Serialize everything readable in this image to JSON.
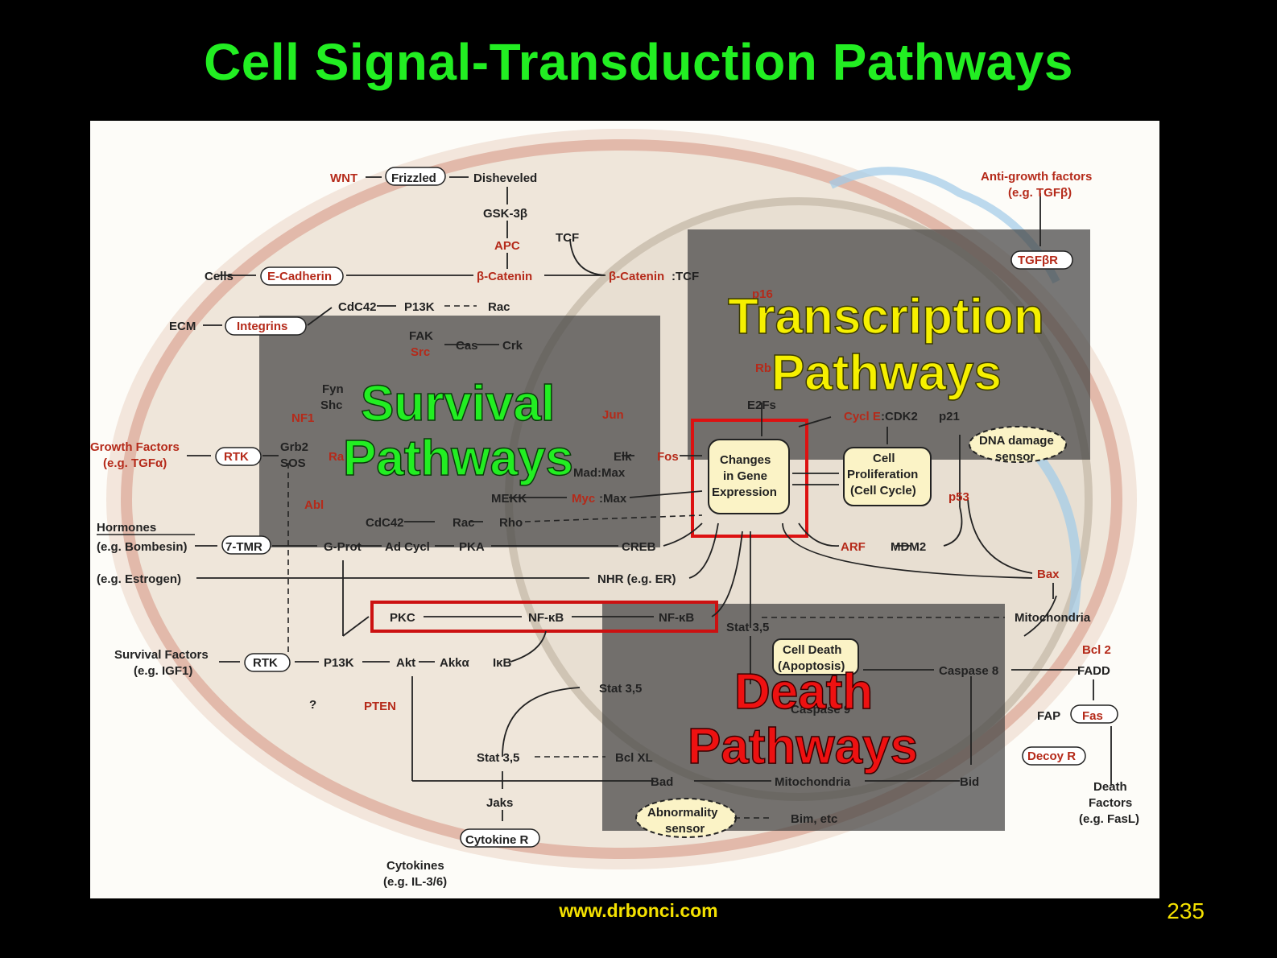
{
  "title": "Cell Signal-Transduction Pathways",
  "footer": {
    "url": "www.drbonci.com",
    "page_number": "235"
  },
  "overlays": {
    "survival": [
      "Survival",
      "Pathways"
    ],
    "transcription": [
      "Transcription",
      "Pathways"
    ],
    "death": [
      "Death",
      "Pathways"
    ]
  },
  "labels": {
    "wnt": "WNT",
    "frizzled": "Frizzled",
    "disheveled": "Disheveled",
    "gsk3b": "GSK-3β",
    "apc": "APC",
    "tcf": "TCF",
    "cells": "Cells",
    "ecadherin": "E-Cadherin",
    "bcatenin": "β-Catenin",
    "bcatenin_tcf_a": "β-Catenin",
    "bcatenin_tcf_b": ":TCF",
    "ecm": "ECM",
    "integrins": "Integrins",
    "cdc42_top": "CdC42",
    "p13k_top": "P13K",
    "rac_top": "Rac",
    "fak": "FAK",
    "src": "Src",
    "cas": "Cas",
    "crk": "Crk",
    "fyn": "Fyn",
    "shc": "Shc",
    "nf1": "NF1",
    "grb2": "Grb2",
    "sos": "SOS",
    "ras": "Ra",
    "growth_factors": "Growth Factors",
    "growth_eg": "(e.g. TGFα)",
    "rtk1": "RTK",
    "abl": "Abl",
    "jun": "Jun",
    "elk": "Elk",
    "fos": "Fos",
    "madmax": "Mad:Max",
    "mekk": "MEKK",
    "myc": "Myc",
    "max": ":Max",
    "cdc42_mid": "CdC42",
    "rac_mid": "Rac",
    "rho": "Rho",
    "hormones": "Hormones",
    "bombesin": "(e.g. Bombesin)",
    "tmr": "7-TMR",
    "gprot": "G-Prot",
    "adcycl": "Ad Cycl",
    "pka": "PKA",
    "creb": "CREB",
    "estrogen": "(e.g. Estrogen)",
    "nhr": "NHR (e.g. ER)",
    "pkc": "PKC",
    "nfkb1": "NF-κB",
    "nfkb2": "NF-κB",
    "survival_factors": "Survival Factors",
    "survival_eg": "(e.g. IGF1)",
    "rtk2": "RTK",
    "p13k_low": "P13K",
    "akt": "Akt",
    "akka": "Akkα",
    "ikb": "IκB",
    "question": "?",
    "pten": "PTEN",
    "stat35_a": "Stat 3,5",
    "stat35_b": "Stat 3,5",
    "stat35_c": "Stat 3,5",
    "bclxl": "Bcl XL",
    "bad": "Bad",
    "mito_low": "Mitochondria",
    "jaks": "Jaks",
    "cytokine_r": "Cytokine R",
    "cytokines": "Cytokines",
    "cytokines_eg": "(e.g. IL-3/6)",
    "abnormality": "Abnormality",
    "sensor_low": "sensor",
    "bim": "Bim, etc",
    "celldeath1": "Cell Death",
    "celldeath2": "(Apoptosis)",
    "caspase9": "Caspase 9",
    "caspase8": "Caspase 8",
    "fadd": "FADD",
    "bid": "Bid",
    "changes1": "Changes",
    "changes2": "in Gene",
    "changes3": "Expression",
    "prolif1": "Cell",
    "prolif2": "Proliferation",
    "prolif3": "(Cell Cycle)",
    "cycle": "Cycl E",
    "cdk2": ":CDK2",
    "p21": "p21",
    "p16": "p16",
    "rb": "Rb",
    "e2fs": "E2Fs",
    "dna1": "DNA damage",
    "dna2": "sensor",
    "p53": "p53",
    "arf": "ARF",
    "mdm2": "MDM2",
    "bax": "Bax",
    "mito_right": "Mitochondria",
    "bcl2": "Bcl 2",
    "antigrowth": "Anti-growth factors",
    "antigrowth_eg": "(e.g. TGFβ)",
    "tgfbr": "TGFβR",
    "fap": "FAP",
    "fas": "Fas",
    "decoy": "Decoy R",
    "death_factors1": "Death",
    "death_factors2": "Factors",
    "death_factors3": "(e.g. FasL)"
  }
}
